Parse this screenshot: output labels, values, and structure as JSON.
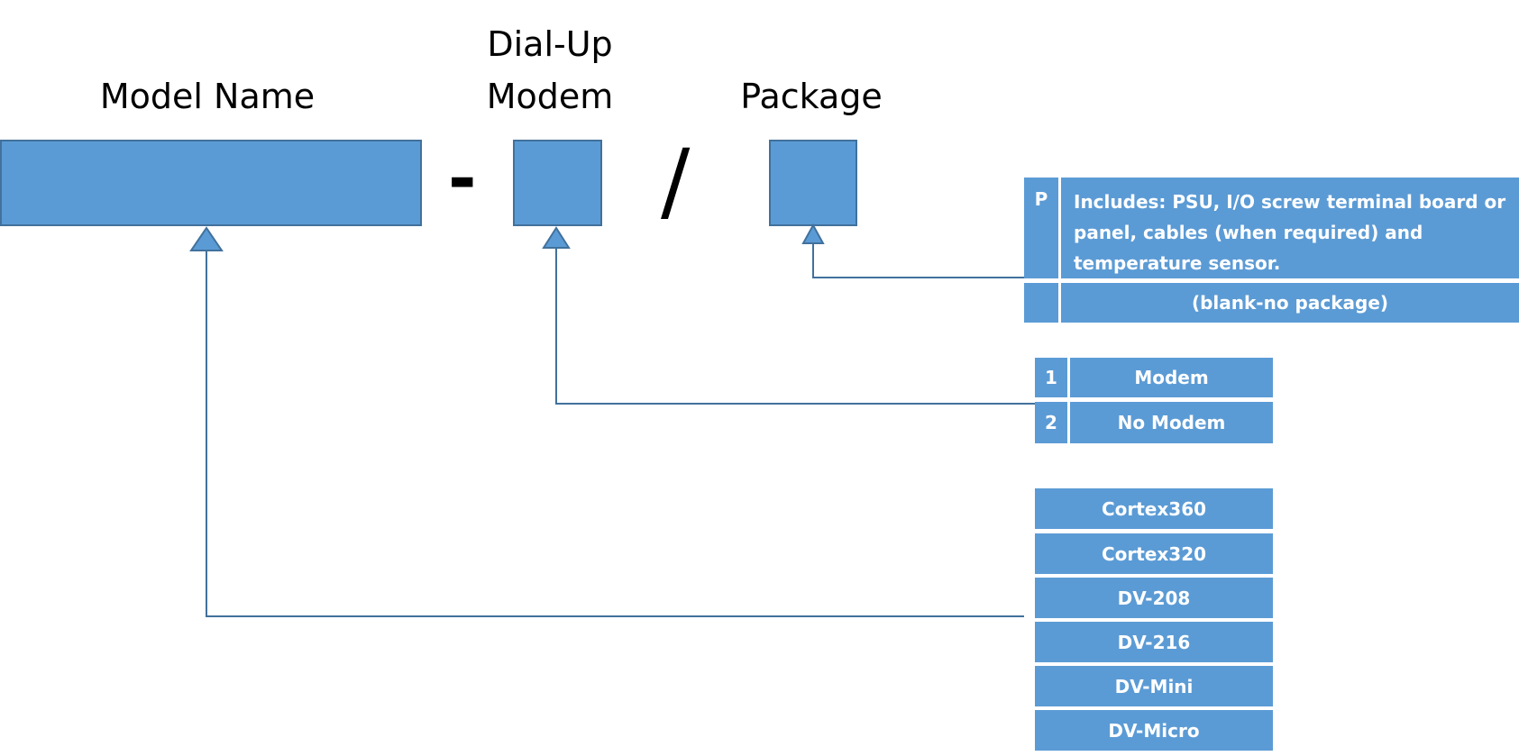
{
  "fields": {
    "model_name": "Model Name",
    "modem_line1": "Dial-Up",
    "modem_line2": "Modem",
    "package": "Package"
  },
  "separators": {
    "dash": "-",
    "slash": "/"
  },
  "package_options": [
    {
      "code": "P",
      "label": "Includes: PSU, I/O screw terminal board or panel, cables (when required) and temperature sensor."
    },
    {
      "code": "",
      "label": "(blank-no package)"
    }
  ],
  "modem_options": [
    {
      "code": "1",
      "label": "Modem"
    },
    {
      "code": "2",
      "label": "No Modem"
    }
  ],
  "model_options": [
    "Cortex360",
    "Cortex320",
    "DV-208",
    "DV-216",
    "DV-Mini",
    "DV-Micro"
  ],
  "colors": {
    "box_fill": "#5b9bd5",
    "box_border": "#41719c",
    "connector": "#41719c",
    "option_text": "#ffffff"
  }
}
